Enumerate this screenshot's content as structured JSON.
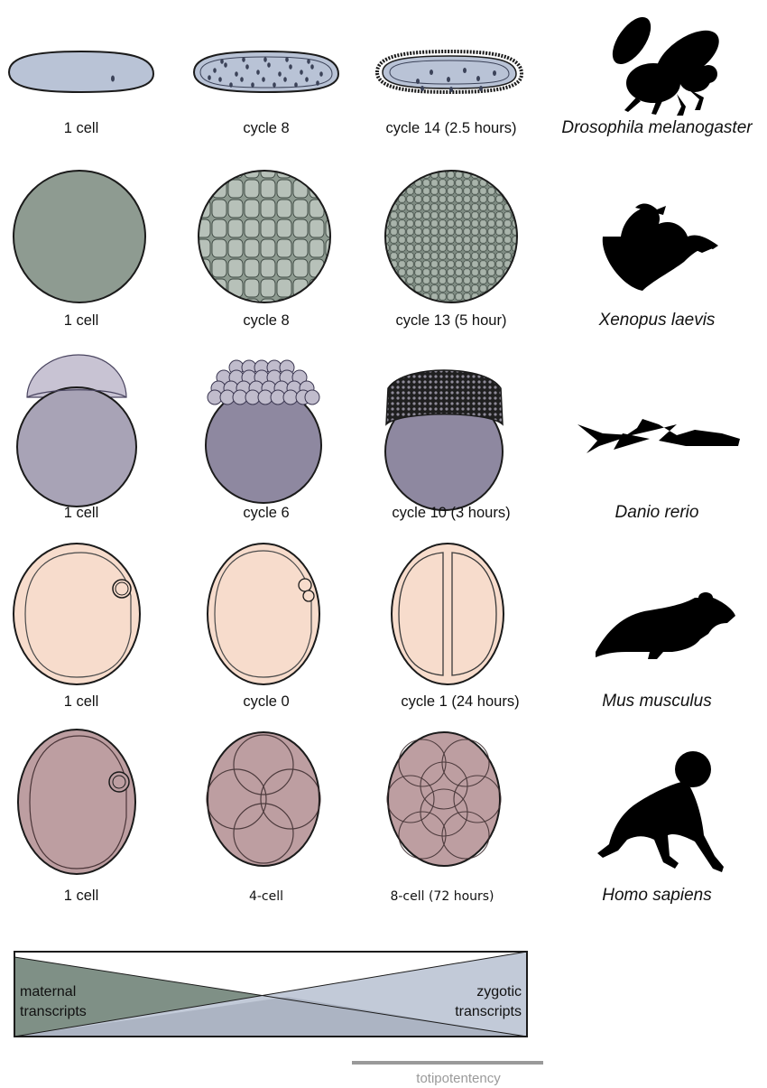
{
  "rows": [
    {
      "species": "Drosophila melanogaster",
      "stages": [
        "1 cell",
        "cycle 8",
        "cycle 14 (2.5 hours)"
      ],
      "silhouette": "fly-icon"
    },
    {
      "species": "Xenopus laevis",
      "stages": [
        "1 cell",
        "cycle 8",
        "cycle 13 (5 hour)"
      ],
      "silhouette": "frog-icon"
    },
    {
      "species": "Danio rerio",
      "stages": [
        "1 cell",
        "cycle 6",
        "cycle 10 (3 hours)"
      ],
      "silhouette": "fish-icon"
    },
    {
      "species": "Mus musculus",
      "stages": [
        "1 cell",
        "cycle 0",
        "cycle 1 (24 hours)"
      ],
      "silhouette": "mouse-icon"
    },
    {
      "species": "Homo sapiens",
      "stages": [
        "1 cell",
        "4-cell",
        "8-cell (72 hours)"
      ],
      "silhouette": "baby-icon"
    }
  ],
  "transcripts": {
    "maternal_line1": "maternal",
    "maternal_line2": "transcripts",
    "zygotic_line1": "zygotic",
    "zygotic_line2": "transcripts"
  },
  "totipotency_label": "totipotentency",
  "colors": {
    "fly_egg": "#b9c3d6",
    "frog": "#8e9b91",
    "fish_cap": "#c8c3d3",
    "fish_yolk": "#a8a3b6",
    "fish_yolk_dark": "#8e88a0",
    "mouse": "#f7dccc",
    "human": "#bd9ea1",
    "maternal": "#7f9086",
    "zygotic": "#c2cad8",
    "overlap": "#9aa3b3",
    "totipotency_bar": "#9a9a9a"
  }
}
